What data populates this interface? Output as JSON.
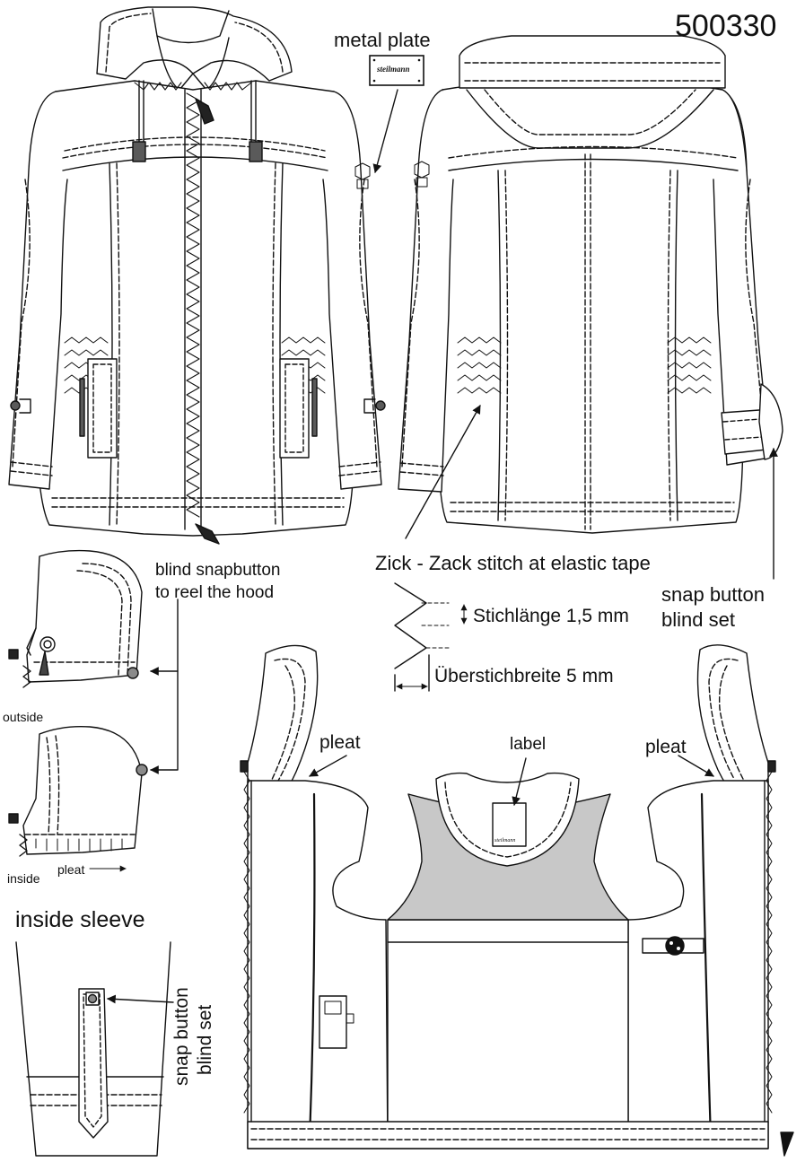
{
  "sheet": {
    "style_number": "500330",
    "labels": {
      "metal_plate": "metal plate",
      "brand": "steilmann",
      "blind_snap_line1": "blind snapbutton",
      "blind_snap_line2": "to reel the hood",
      "outside": "outside",
      "inside": "inside",
      "pleat_small": "pleat",
      "zigzag_title": "Zick - Zack  stitch at elastic tape",
      "stitch_length": "Stichlänge 1,5 mm",
      "stitch_width": "Überstichbreite 5 mm",
      "snap_right_line1": "snap button",
      "snap_right_line2": "blind set",
      "pleat_left": "pleat",
      "pleat_right": "pleat",
      "label": "label",
      "inside_sleeve": "inside sleeve",
      "snap_sleeve_line1": "snap button",
      "snap_sleeve_line2": "blind set"
    }
  },
  "colors": {
    "ink": "#111111",
    "lining_gray": "#c8c8c8",
    "tab_gray": "#5a5a5a",
    "snap_gray": "#8a8a8a"
  }
}
